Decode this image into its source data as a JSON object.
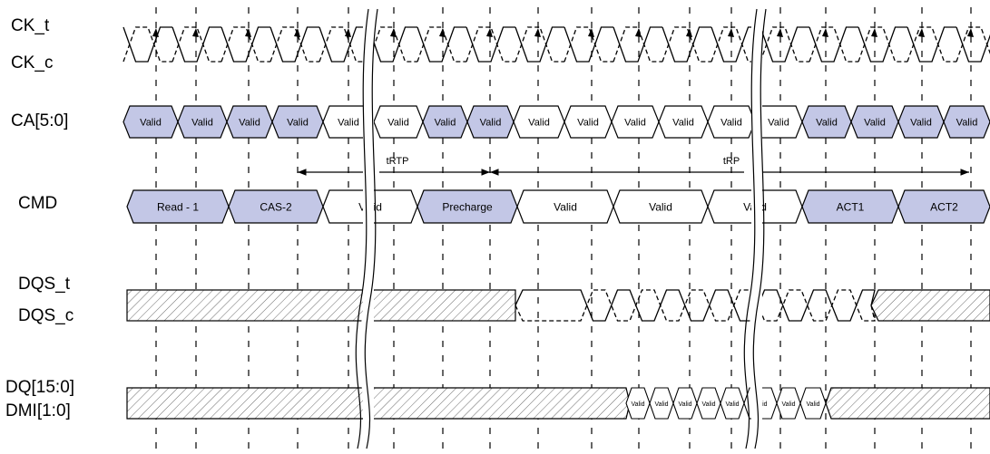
{
  "signals": {
    "ck_t": "CK_t",
    "ck_c": "CK_c",
    "ca": "CA[5:0]",
    "cmd": "CMD",
    "dqs_t": "DQS_t",
    "dqs_c": "DQS_c",
    "dq": "DQ[15:0]",
    "dmi": "DMI[1:0]"
  },
  "ca_cells": [
    {
      "label": "Valid",
      "shaded": true
    },
    {
      "label": "Valid",
      "shaded": true
    },
    {
      "label": "Valid",
      "shaded": true
    },
    {
      "label": "Valid",
      "shaded": true
    },
    {
      "label": "Valid",
      "shaded": false
    },
    {
      "label": "Valid",
      "shaded": false
    },
    {
      "label": "Valid",
      "shaded": true
    },
    {
      "label": "Valid",
      "shaded": true
    },
    {
      "label": "Valid",
      "shaded": false
    },
    {
      "label": "Valid",
      "shaded": false
    },
    {
      "label": "Valid",
      "shaded": false
    },
    {
      "label": "Valid",
      "shaded": false
    },
    {
      "label": "Valid",
      "shaded": false
    },
    {
      "label": "Valid",
      "shaded": false
    },
    {
      "label": "Valid",
      "shaded": true
    },
    {
      "label": "Valid",
      "shaded": true
    },
    {
      "label": "Valid",
      "shaded": true
    },
    {
      "label": "Valid",
      "shaded": true
    }
  ],
  "cmd_cells": [
    {
      "label": "Read - 1",
      "shaded": true
    },
    {
      "label": "CAS-2",
      "shaded": true
    },
    {
      "label": "Valid",
      "shaded": false
    },
    {
      "label": "Precharge",
      "shaded": true
    },
    {
      "label": "Valid",
      "shaded": false
    },
    {
      "label": "Valid",
      "shaded": false
    },
    {
      "label": "Valid",
      "shaded": false
    },
    {
      "label": "ACT1",
      "shaded": true
    },
    {
      "label": "ACT2",
      "shaded": true
    }
  ],
  "dq_cells": [
    "Valid",
    "Valid",
    "Valid",
    "Valid",
    "Valid",
    "Valid",
    "Valid",
    "Valid"
  ],
  "timing": {
    "trtp": "tRTP",
    "trp": "tRP"
  },
  "colors": {
    "shaded_fill": "#c3c7e6",
    "line": "#000000"
  }
}
